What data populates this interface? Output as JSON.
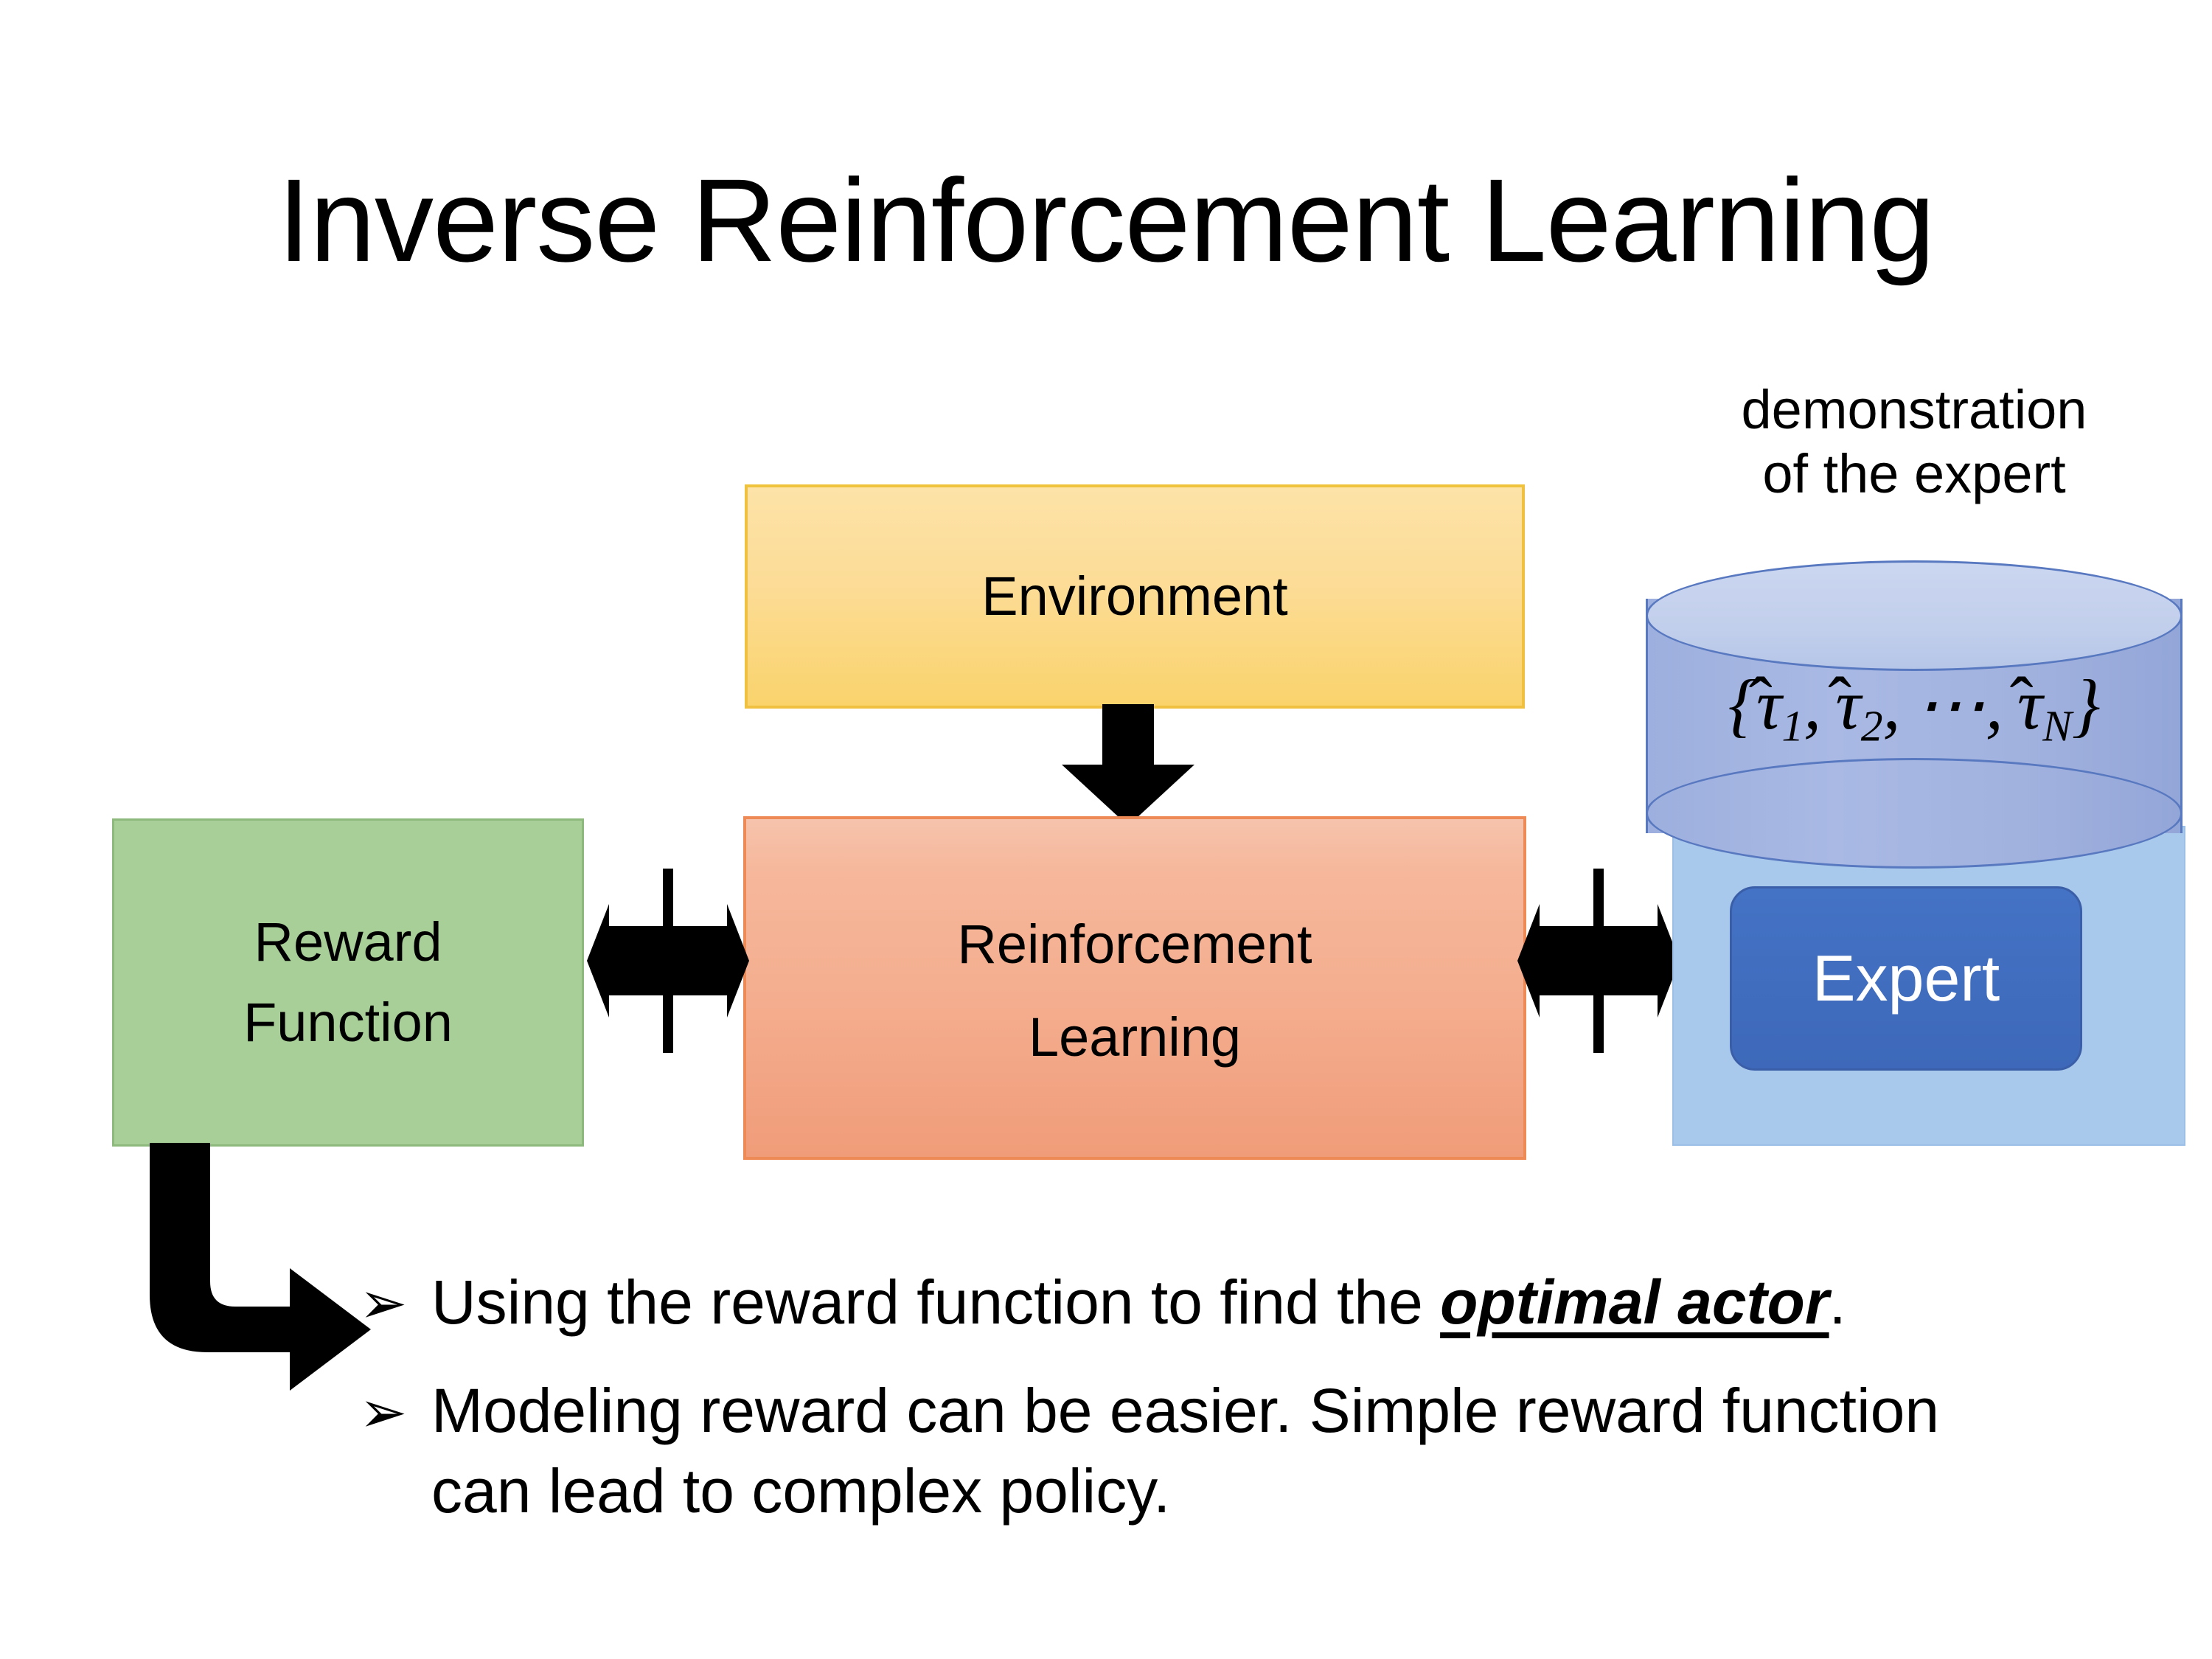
{
  "slide": {
    "title": "Inverse Reinforcement Learning",
    "background_color": "#FFFFFF"
  },
  "diagram": {
    "environment_box": {
      "label": "Environment",
      "fill_color": "#FCDC96",
      "border_color": "#F0C040"
    },
    "reinforcement_learning_box": {
      "label_line1": "Reinforcement",
      "label_line2": "Learning",
      "fill_color": "#F4AD8E",
      "border_color": "#ED8A55"
    },
    "reward_function_box": {
      "label_line1": "Reward",
      "label_line2": "Function",
      "fill_color": "#A8CF98",
      "border_color": "#8EB97C"
    },
    "expert_panel": {
      "panel_color": "#A8C8EC",
      "chip_label": "Expert",
      "chip_color": "#4472C4",
      "chip_text_color": "#FFFFFF"
    },
    "demonstration_cylinder": {
      "caption_line1": "demonstration",
      "caption_line2": "of the expert",
      "formula_open": "{",
      "formula_tau": "τ",
      "formula_sub_1": "1",
      "formula_sub_2": "2",
      "formula_sub_n": "N",
      "formula_ellipsis": "⋯",
      "formula_comma": ",",
      "formula_close": "}",
      "formula_plain": "{τ̂1, τ̂2, ⋯, τ̂N}",
      "body_color": "#A2B2DF",
      "top_color": "#C2CFEC",
      "outline_color": "#5878C0"
    },
    "arrows": {
      "environment_to_rl": "down-arrow",
      "reward_to_rl": "quad-arrow",
      "rl_to_expert": "quad-arrow",
      "reward_to_bullets": "bent-arrow",
      "color": "#000000"
    }
  },
  "bullets": [
    {
      "marker": "➢",
      "text_before": "Using the reward function to find the ",
      "emphasis": "optimal actor",
      "text_after": "."
    },
    {
      "marker": "➢",
      "text_before": "Modeling reward can be easier. Simple reward function can lead to complex policy.",
      "emphasis": "",
      "text_after": ""
    }
  ]
}
